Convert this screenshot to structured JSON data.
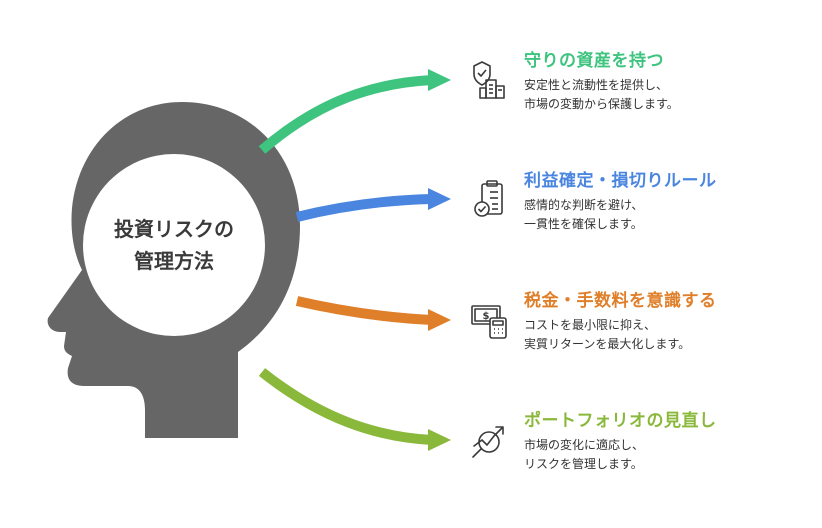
{
  "center": {
    "line1": "投資リスクの",
    "line2": "管理方法"
  },
  "colors": {
    "head": "#666666",
    "circle": "#ffffff"
  },
  "items": [
    {
      "title": "守りの資産を持つ",
      "desc1": "安定性と流動性を提供し、",
      "desc2": "市場の変動から保護します。",
      "color": "#3ec47f",
      "icon": "shield-building-icon"
    },
    {
      "title": "利益確定・損切りルール",
      "desc1": "感情的な判断を避け、",
      "desc2": "一貫性を確保します。",
      "color": "#4a86e0",
      "icon": "clipboard-check-icon"
    },
    {
      "title": "税金・手数料を意識する",
      "desc1": "コストを最小限に抑え、",
      "desc2": "実質リターンを最大化します。",
      "color": "#e07f2a",
      "icon": "money-calculator-icon"
    },
    {
      "title": "ポートフォリオの見直し",
      "desc1": "市場の変化に適応し、",
      "desc2": "リスクを管理します。",
      "color": "#8ab83a",
      "icon": "chart-magnifier-icon"
    }
  ]
}
